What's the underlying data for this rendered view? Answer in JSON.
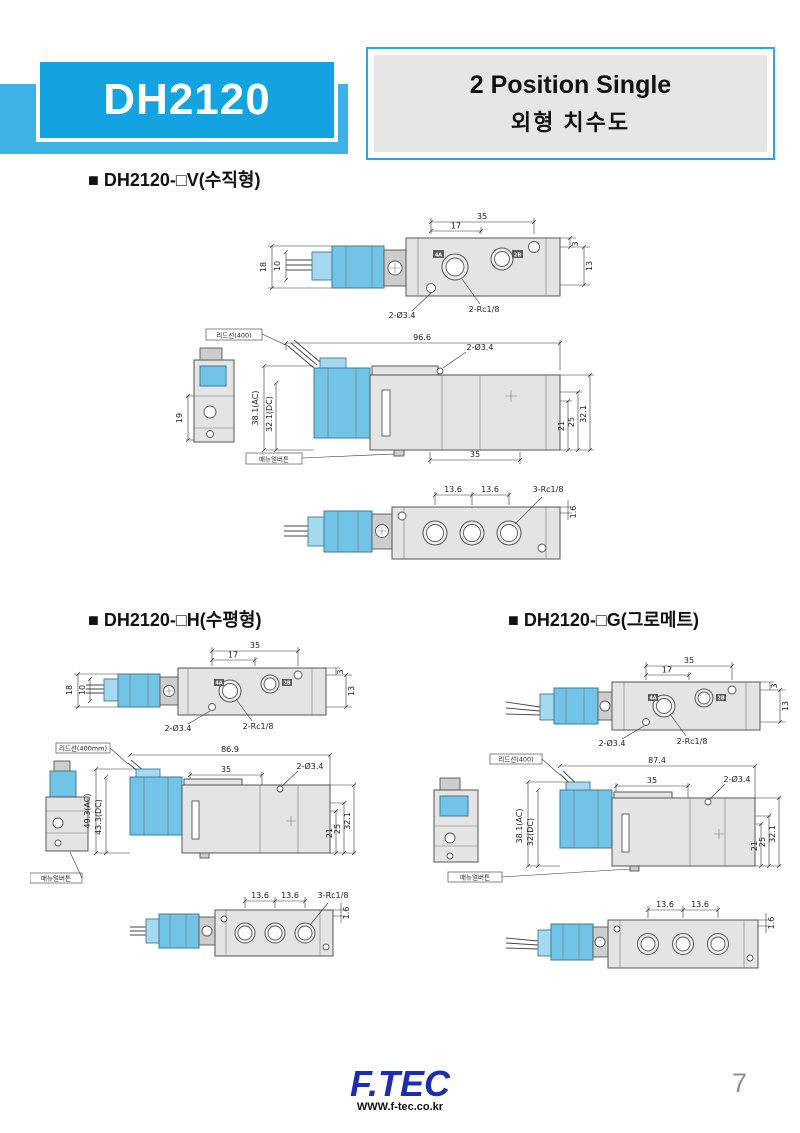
{
  "header": {
    "model": "DH2120",
    "title_line1": "2 Position Single",
    "title_line2": "외형 치수도"
  },
  "sections": {
    "v_heading": "■ DH2120-□V(수직형)",
    "h_heading": "■ DH2120-□H(수평형)",
    "g_heading": "■ DH2120-□G(그로메트)"
  },
  "v": {
    "top": {
      "dim_35": "35",
      "dim_17": "17",
      "dim_3": "3",
      "dim_13": "13",
      "dim_18": "18",
      "dim_10": "10",
      "hole_label": "2-Ø3.4",
      "port_label": "2-Rc1/8",
      "mark_a": "4A",
      "mark_b": "2B"
    },
    "side": {
      "lead_label": "리드선(400)",
      "dim_width": "96.6",
      "hole_label": "2-Ø3.4",
      "dim_ac": "38.1(AC)",
      "dim_dc": "32.1(DC)",
      "dim_19": "19",
      "dim_21": "21",
      "dim_25": "25",
      "dim_height": "32.1",
      "dim_35": "35",
      "manual_label": "매뉴얼버튼"
    },
    "bottom": {
      "dim_a": "13.6",
      "dim_b": "13.6",
      "port_label": "3-Rc1/8",
      "dim_16": "1.6"
    }
  },
  "h": {
    "top": {
      "dim_35": "35",
      "dim_17": "17",
      "dim_3": "3",
      "dim_13": "13",
      "dim_18": "18",
      "dim_10": "10",
      "hole_label": "2-Ø3.4",
      "port_label": "2-Rc1/8",
      "mark_a": "4A",
      "mark_b": "2B"
    },
    "side": {
      "lead_label": "리드선(400mm)",
      "dim_width": "86.9",
      "dim_35": "35",
      "hole_label": "2-Ø3.4",
      "dim_ac": "49.3(AC)",
      "dim_dc": "43.3(DC)",
      "dim_21": "21",
      "dim_25": "25",
      "dim_height": "32.1",
      "manual_label": "매뉴얼버튼"
    },
    "bottom": {
      "dim_a": "13.6",
      "dim_b": "13.6",
      "port_label": "3-Rc1/8",
      "dim_16": "1.6"
    }
  },
  "g": {
    "top": {
      "dim_35": "35",
      "dim_17": "17",
      "dim_3": "3",
      "dim_13": "13",
      "hole_label": "2-Ø3.4",
      "port_label": "2-Rc1/8",
      "mark_a": "4A",
      "mark_b": "2B"
    },
    "side": {
      "lead_label": "리드선(400)",
      "dim_width": "87.4",
      "dim_35": "35",
      "hole_label": "2-Ø3.4",
      "dim_ac": "38.1(AC)",
      "dim_dc": "32(DC)",
      "dim_21": "21",
      "dim_25": "25",
      "dim_height": "32.1",
      "manual_label": "매뉴얼버튼"
    },
    "bottom": {
      "dim_a": "13.6",
      "dim_b": "13.6",
      "dim_16": "1.6"
    }
  },
  "footer": {
    "logo": "F.TEC",
    "url": "WWW.f-tec.co.kr",
    "page_number": "7"
  }
}
